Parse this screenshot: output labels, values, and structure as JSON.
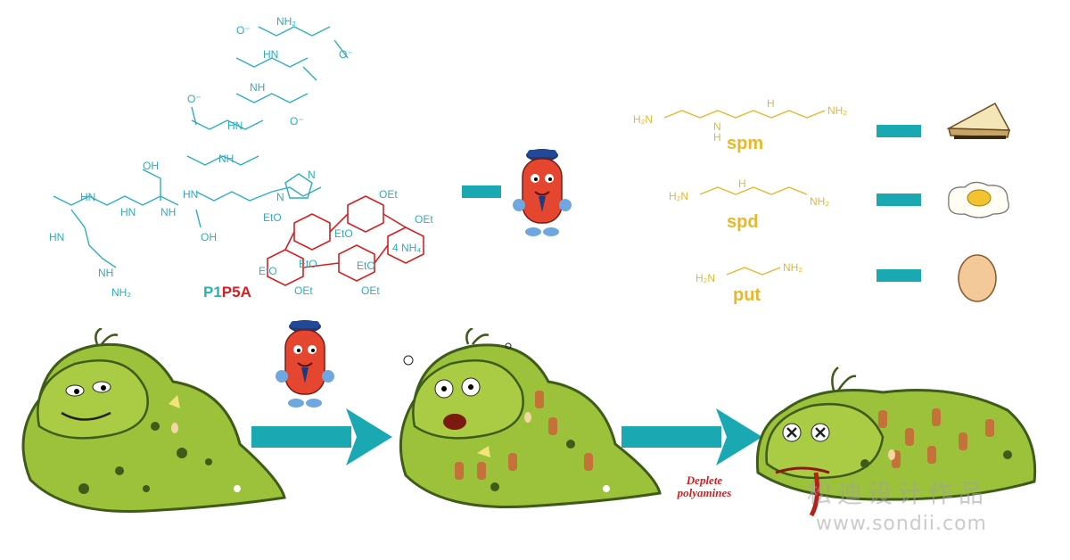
{
  "compound": {
    "name_part1": "P1",
    "name_part2": "P5A",
    "counterion": "4 NH₄⁺",
    "atom_labels": {
      "nh2": "NH₂",
      "nh": "NH",
      "hn": "HN",
      "n": "N",
      "oh": "OH",
      "o": "O",
      "o_minus": "O⁻",
      "oet": "OEt",
      "eto": "EtO",
      "h": "H"
    }
  },
  "polyamines": [
    {
      "abbr": "spm",
      "left": "H₂N",
      "right": "NH₂",
      "food": "sandwich-icon"
    },
    {
      "abbr": "spd",
      "left": "H₂N",
      "right": "NH₂",
      "food": "fried-egg-icon"
    },
    {
      "abbr": "put",
      "left": "H₂N",
      "right": "NH₂",
      "food": "egg-icon"
    }
  ],
  "process": {
    "deplete_line1": "Deplete",
    "deplete_line2": "polyamines"
  },
  "watermark": {
    "cn": "松迪设计作品",
    "url": "www.sondii.com"
  },
  "colors": {
    "teal": "#1aa9b3",
    "cyan_text": "#2aaec2",
    "red": "#d81e1e",
    "yellow": "#e9b62c",
    "slime_green": "#9cc13a",
    "slime_dark": "#3e5b1a"
  }
}
